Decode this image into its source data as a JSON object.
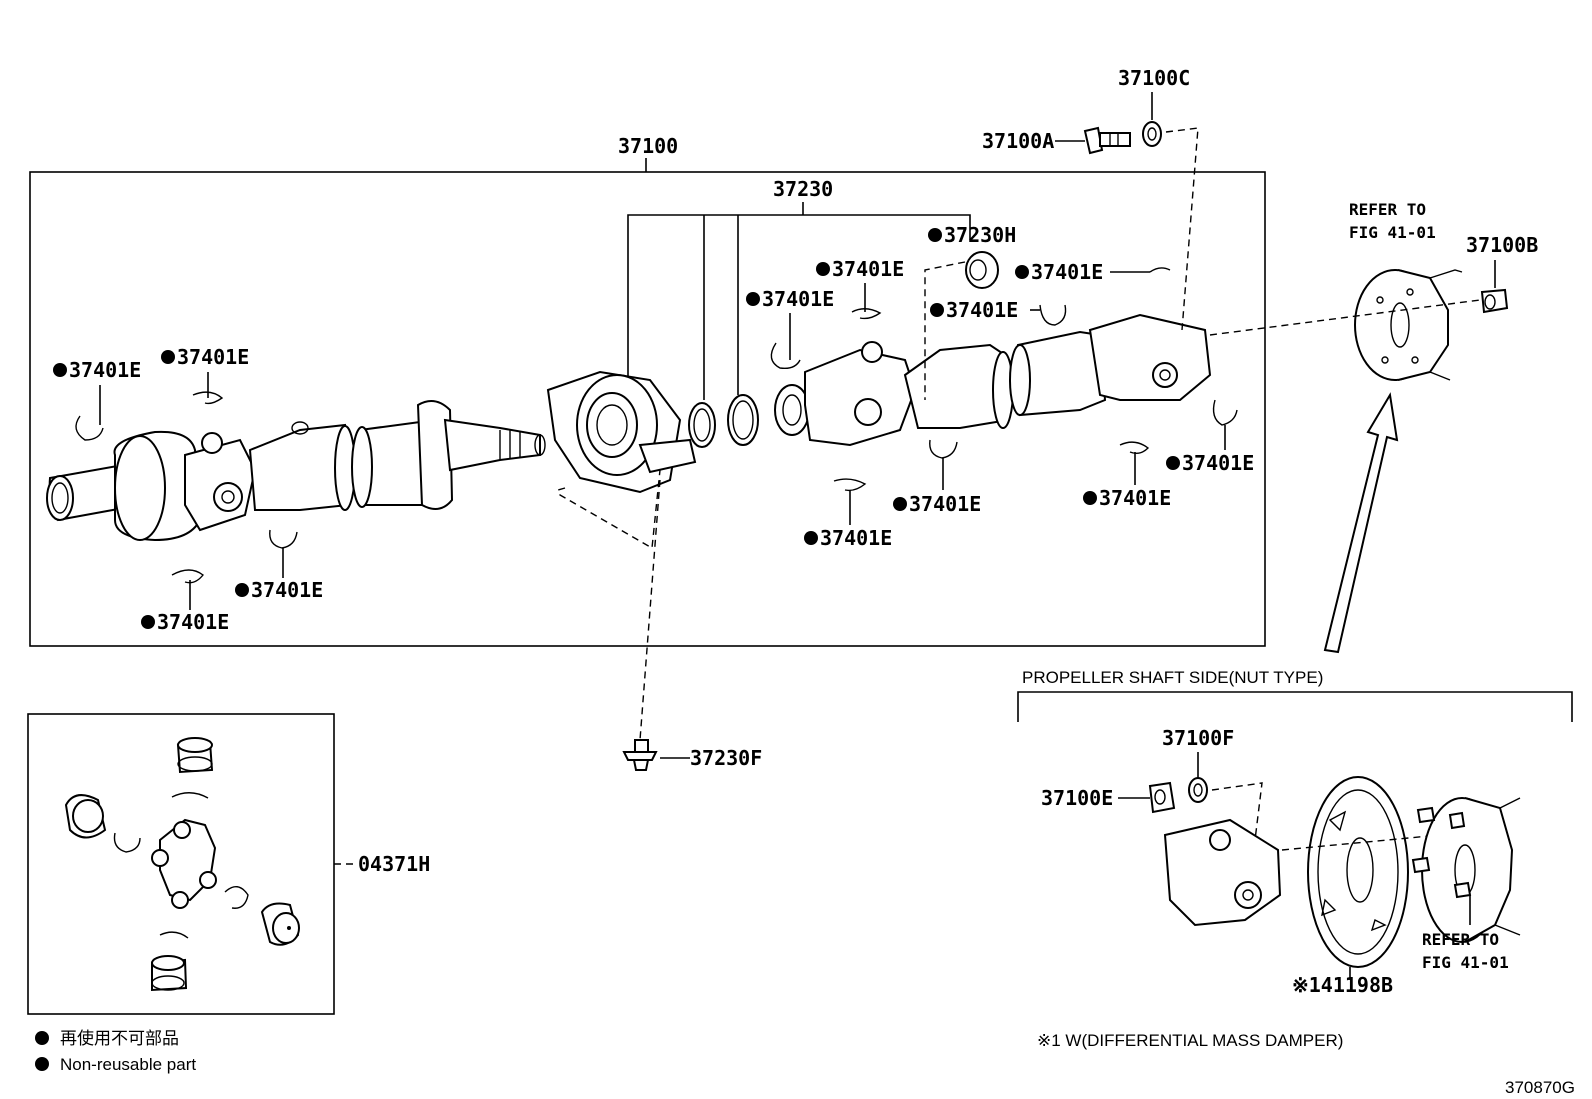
{
  "labels": {
    "assembly_main": "37100",
    "center_bearing_group": "37230",
    "bolt": "37100A",
    "washer": "37100C",
    "nut": "37100B",
    "cushion": "37230H",
    "snap_ring": "37401E",
    "bearing_bolt": "37230F",
    "spider_kit": "04371H",
    "nut_type_nut": "37100E",
    "nut_type_washer": "37100F",
    "damper": "※141198B"
  },
  "refer": {
    "top_line1": "REFER TO",
    "top_line2": "FIG 41-01",
    "bottom_line1": "REFER TO",
    "bottom_line2": "FIG 41-01"
  },
  "sections": {
    "nut_type_title": "PROPELLER SHAFT SIDE(NUT TYPE)"
  },
  "legend": {
    "non_reusable_jp": "再使用不可部品",
    "non_reusable_en": "Non-reusable part",
    "footnote": "※1 W(DIFFERENTIAL MASS DAMPER)"
  },
  "figure_id": "370870G"
}
